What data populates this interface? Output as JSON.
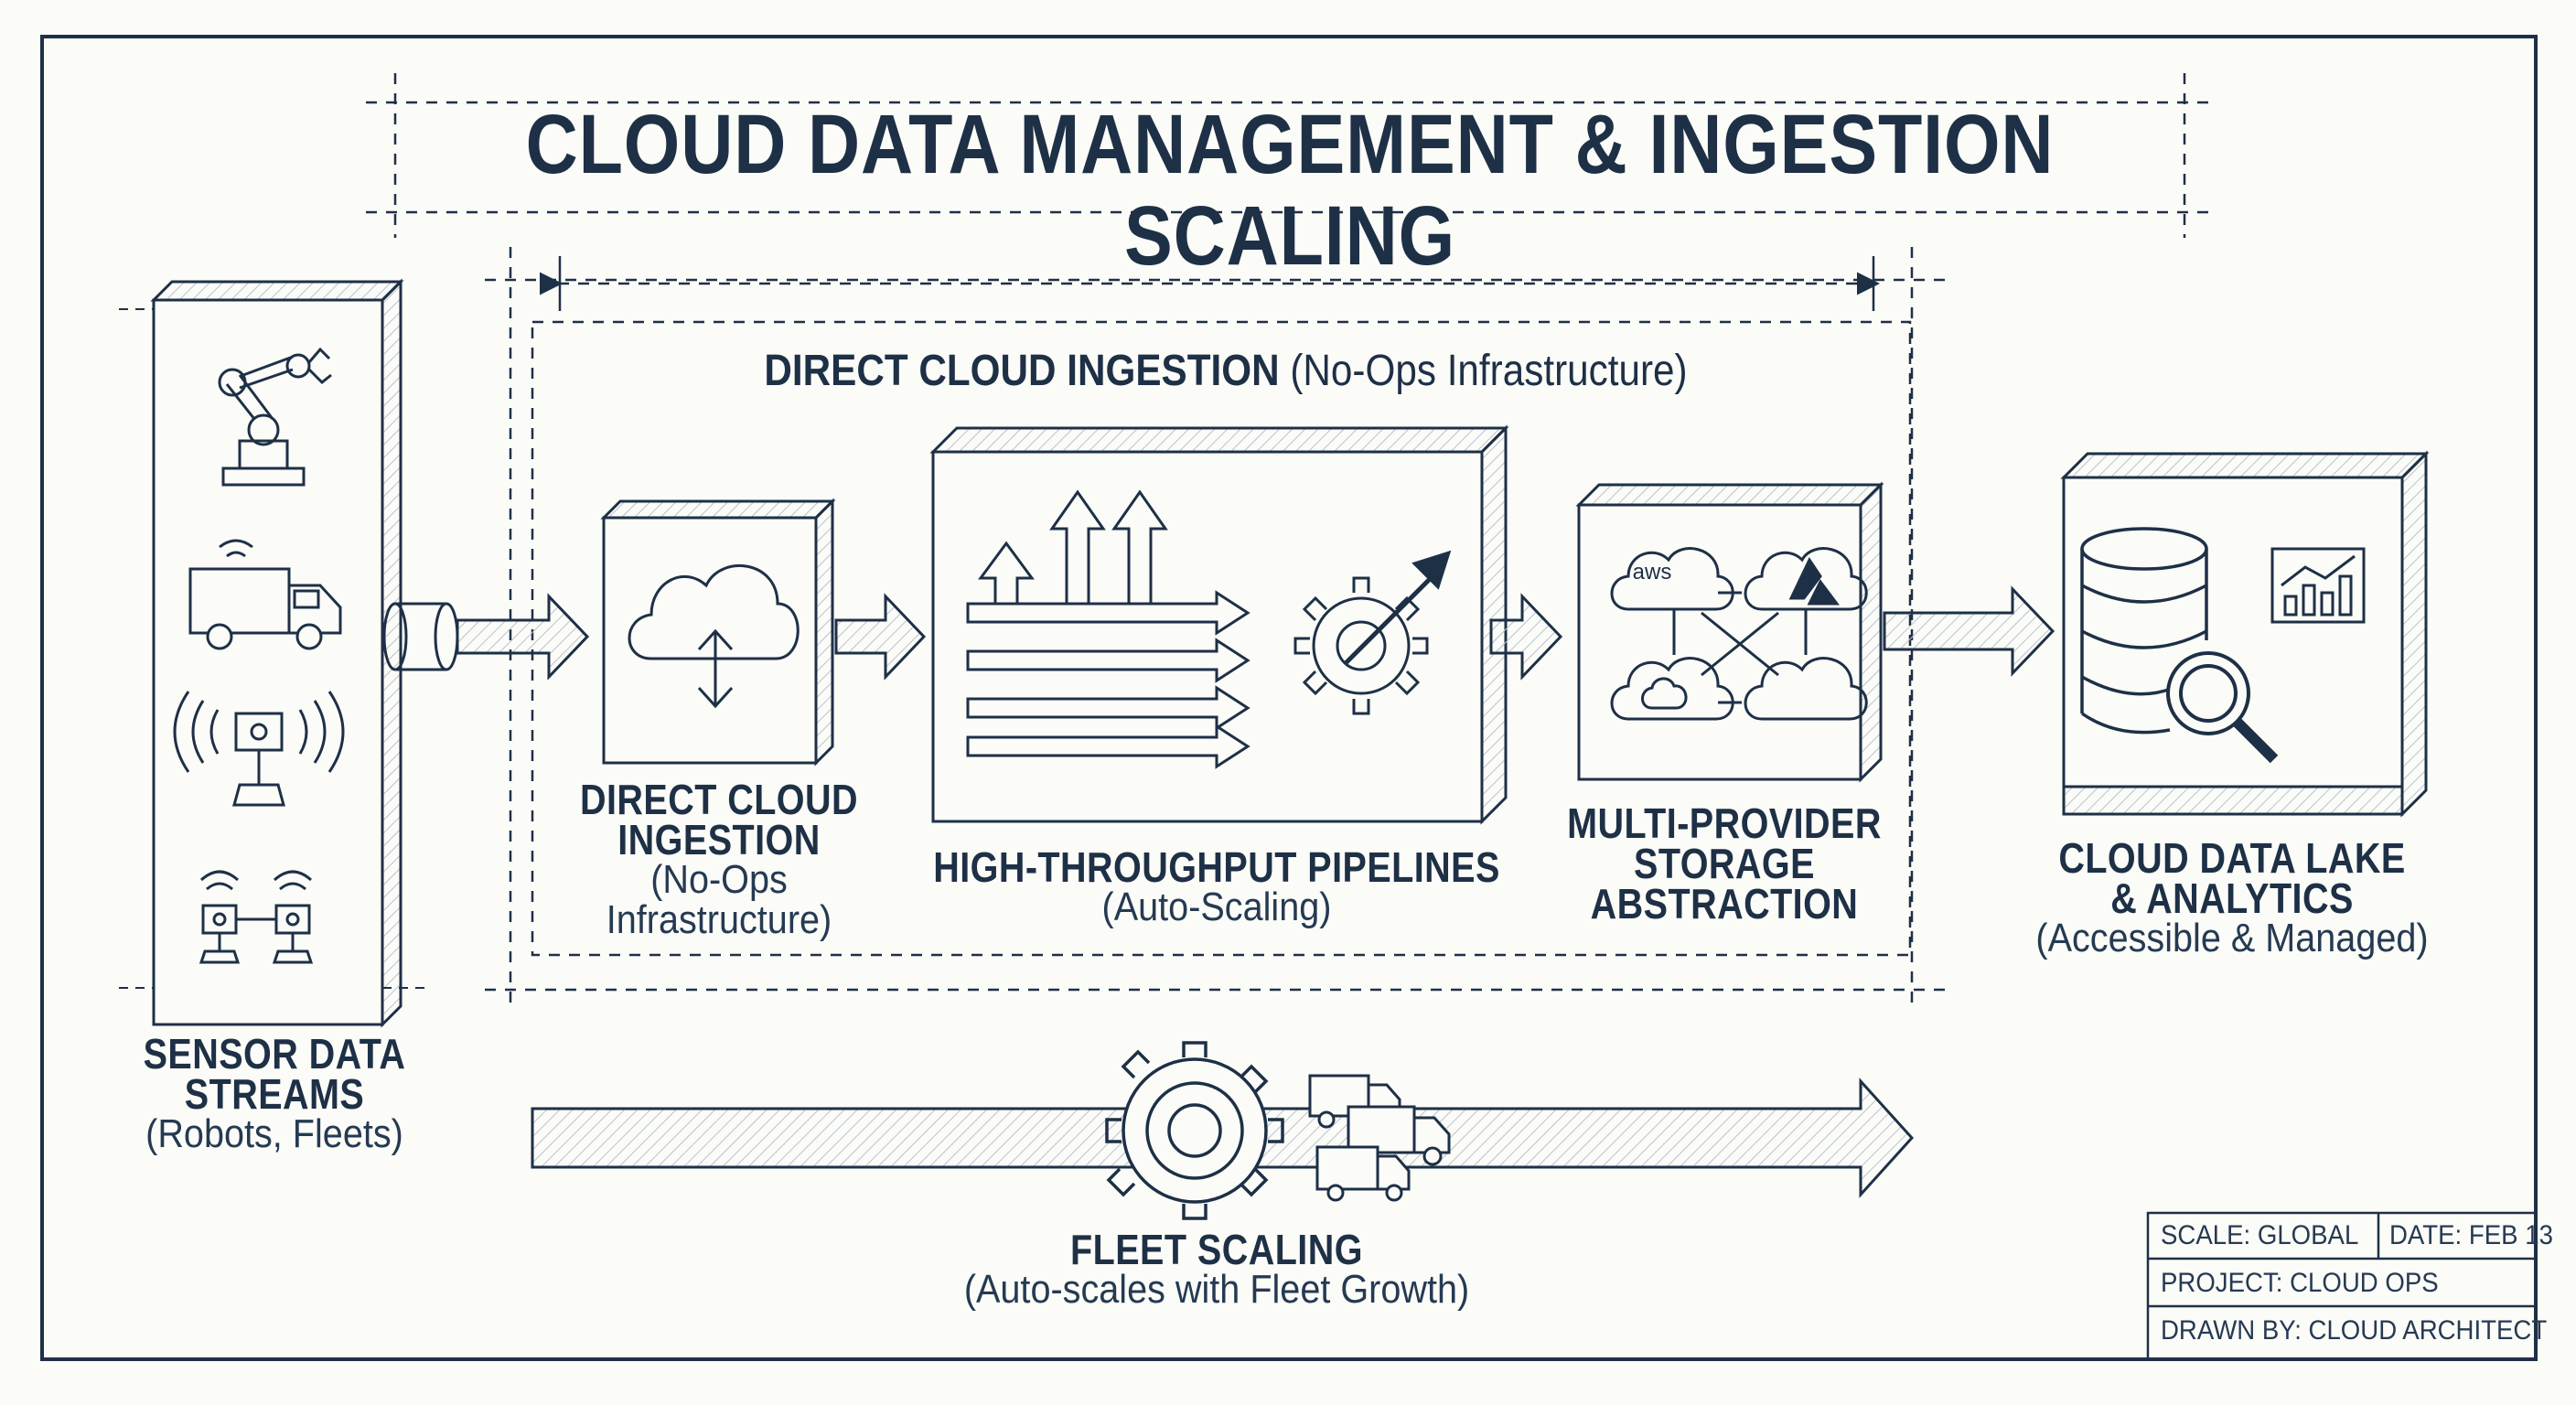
{
  "title": "CLOUD DATA MANAGEMENT & INGESTION SCALING",
  "ingestion_zone": {
    "heading_bold": "DIRECT CLOUD INGESTION",
    "heading_sub": "(No-Ops Infrastructure)"
  },
  "nodes": {
    "sensor": {
      "title_lines": [
        "SENSOR DATA",
        "STREAMS"
      ],
      "subtitle": "(Robots, Fleets)"
    },
    "ingestion": {
      "title_lines": [
        "DIRECT CLOUD",
        "INGESTION"
      ],
      "subtitle_lines": [
        "(No-Ops",
        "Infrastructure)"
      ]
    },
    "pipelines": {
      "title": "HIGH-THROUGHPUT PIPELINES",
      "subtitle": "(Auto-Scaling)"
    },
    "storage": {
      "title_lines": [
        "MULTI-PROVIDER",
        "STORAGE",
        "ABSTRACTION"
      ],
      "provider_badge": "aws"
    },
    "lake": {
      "title_lines": [
        "CLOUD DATA LAKE",
        "& ANALYTICS"
      ],
      "subtitle": "(Accessible & Managed)"
    }
  },
  "fleet_scaling": {
    "title": "FLEET SCALING",
    "subtitle": "(Auto-scales with Fleet Growth)"
  },
  "title_block": {
    "scale": "SCALE: GLOBAL",
    "date": "DATE: FEB 13",
    "project": "PROJECT: CLOUD OPS",
    "drawn_by": "DRAWN BY: CLOUD ARCHITECT"
  },
  "icons": {
    "sensor": [
      "robot-arm-icon",
      "truck-icon",
      "sensor-beacon-icon",
      "sensor-pair-icon"
    ],
    "ingestion": "cloud-upload-download-icon",
    "pipelines": [
      "arrows-up-icon",
      "arrows-right-icon",
      "gear-arrow-icon"
    ],
    "storage": [
      "aws-cloud-icon",
      "azure-cloud-icon",
      "gcp-cloud-icon",
      "generic-cloud-icon"
    ],
    "lake": [
      "database-icon",
      "bar-chart-icon",
      "magnifier-icon"
    ],
    "fleet": [
      "gear-icon",
      "trucks-icon"
    ]
  },
  "colors": {
    "ink": "#1e3046",
    "paper": "#fbfbf8",
    "hatch": "#b9c3cf"
  }
}
